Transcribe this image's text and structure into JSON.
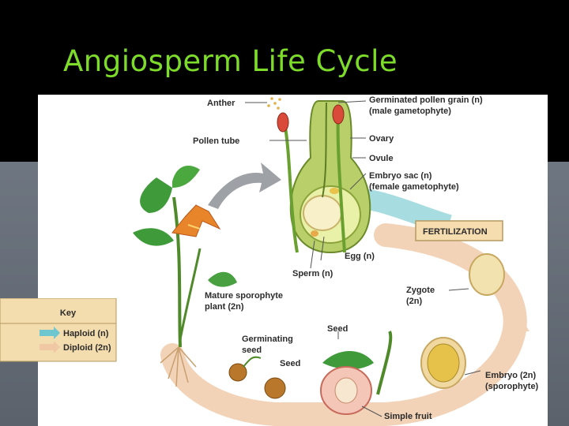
{
  "slide": {
    "title": "Angiosperm Life Cycle"
  },
  "diagram": {
    "labels": {
      "anther": "Anther",
      "pollen_tube": "Pollen tube",
      "germinated_pollen": "Germinated pollen grain (n)",
      "male_gametophyte": "(male gametophyte)",
      "ovary": "Ovary",
      "ovule": "Ovule",
      "embryo_sac": "Embryo sac (n)",
      "female_gametophyte": "(female gametophyte)",
      "fertilization": "FERTILIZATION",
      "egg": "Egg (n)",
      "sperm": "Sperm (n)",
      "zygote": "Zygote",
      "zygote_ploidy": "(2n)",
      "mature_sporophyte": "Mature sporophyte",
      "mature_sporophyte_2": "plant (2n)",
      "germinating_seed": "Germinating",
      "germinating_seed_2": "seed",
      "seed_top": "Seed",
      "seed": "Seed",
      "embryo": "Embryo (2n)",
      "sporophyte": "(sporophyte)",
      "simple_fruit": "Simple fruit"
    },
    "key": {
      "title": "Key",
      "haploid": "Haploid (n)",
      "diploid": "Diploid (2n)",
      "haploid_color": "#6ec6cf",
      "diploid_color": "#f0c9a4"
    },
    "colors": {
      "title_green": "#7ddc2a",
      "key_box": "#f3dcae",
      "fertilization_box": "#f6ddb0",
      "cycle_arrow": "#f2d3b8"
    }
  }
}
